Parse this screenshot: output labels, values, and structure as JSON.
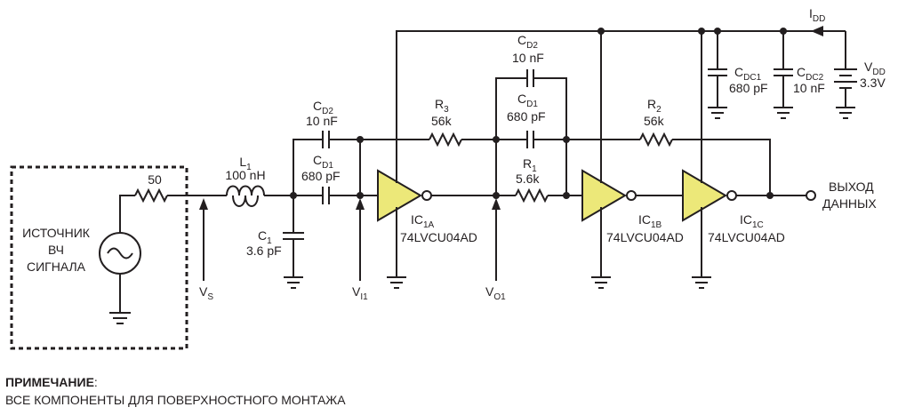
{
  "labels": {
    "source": [
      "ИСТОЧНИК",
      "ВЧ",
      "СИГНАЛА"
    ],
    "r_source": "50",
    "l1": {
      "name": "L",
      "sub": "1",
      "value": "100 nH"
    },
    "c1": {
      "name": "C",
      "sub": "1",
      "value": "3.6 pF"
    },
    "cd2_in": {
      "name": "C",
      "sub": "D2",
      "value": "10 nF"
    },
    "cd1_in": {
      "name": "C",
      "sub": "D1",
      "value": "680 pF"
    },
    "r3": {
      "name": "R",
      "sub": "3",
      "value": "56k"
    },
    "cd2_fb": {
      "name": "C",
      "sub": "D2",
      "value": "10 nF"
    },
    "cd1_fb": {
      "name": "C",
      "sub": "D1",
      "value": "680 pF"
    },
    "r1": {
      "name": "R",
      "sub": "1",
      "value": "5.6k"
    },
    "r2": {
      "name": "R",
      "sub": "2",
      "value": "56k"
    },
    "cdc1": {
      "name": "C",
      "sub": "DC1",
      "value": "680 pF"
    },
    "cdc2": {
      "name": "C",
      "sub": "DC2",
      "value": "10 nF"
    },
    "vdd": {
      "name": "V",
      "sub": "DD",
      "value": "3.3V"
    },
    "idd": {
      "name": "I",
      "sub": "DD"
    },
    "ic1a": {
      "name": "IC",
      "sub": "1A",
      "part": "74LVCU04AD"
    },
    "ic1b": {
      "name": "IC",
      "sub": "1B",
      "part": "74LVCU04AD"
    },
    "ic1c": {
      "name": "IC",
      "sub": "1C",
      "part": "74LVCU04AD"
    },
    "vs": {
      "name": "V",
      "sub": "S"
    },
    "vi1": {
      "name": "V",
      "sub": "I1"
    },
    "vo1": {
      "name": "V",
      "sub": "O1"
    },
    "output": [
      "ВЫХОД",
      "ДАННЫХ"
    ]
  },
  "note": {
    "title": "ПРИМЕЧАНИЕ",
    "title_suffix": ":",
    "text": "ВСЕ КОМПОНЕНТЫ ДЛЯ ПОВЕРХНОСТНОГО МОНТАЖА"
  },
  "colors": {
    "gate_fill": "#ece879",
    "line": "#231f20"
  }
}
